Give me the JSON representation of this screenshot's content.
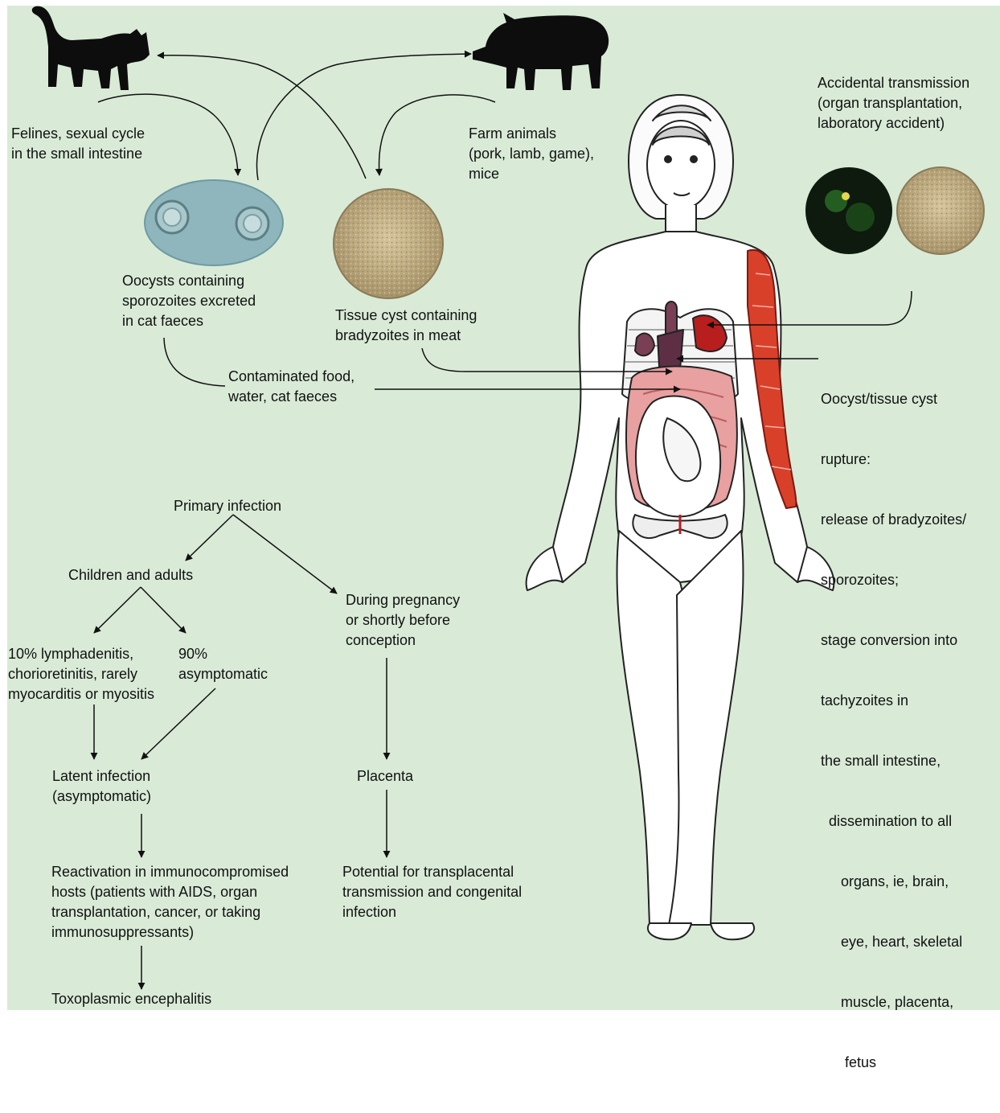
{
  "colors": {
    "background": "#d9ebd7",
    "ink": "#111111",
    "muscle": "#d9402a",
    "organ_pink": "#e9a0a0",
    "organ_dark": "#7a3f54",
    "oocyst_slide": "#8fb6bd",
    "tissue_cyst": "#c8b589",
    "fluorescent": "#0d1a0d"
  },
  "icons": [
    "cat-silhouette",
    "pig-silhouette",
    "oocyst-micrograph",
    "tissue-cyst-micrograph",
    "fluorescent-micrograph",
    "human-body-illustration"
  ],
  "labels": {
    "felines": [
      "Felines, sexual cycle",
      "in the small intestine"
    ],
    "farm": [
      "Farm animals",
      "(pork, lamb, game),",
      "mice"
    ],
    "accidental": [
      "Accidental transmission",
      "(organ transplantation,",
      "laboratory accident)"
    ],
    "oocysts": [
      "Oocysts containing",
      "sporozoites excreted",
      "in cat faeces"
    ],
    "tissue_cyst": [
      "Tissue cyst containing",
      "bradyzoites in meat"
    ],
    "contaminated": [
      "Contaminated food,",
      "water, cat faeces"
    ],
    "rupture": [
      "Oocyst/tissue cyst",
      "rupture:",
      "release of bradyzoites/",
      "sporozoites;",
      "stage conversion into",
      "tachyzoites in",
      "the small intestine,",
      "  dissemination to all",
      "     organs, ie, brain,",
      "     eye, heart, skeletal",
      "     muscle, placenta,",
      "      fetus"
    ],
    "primary": [
      "Primary infection"
    ],
    "children": [
      "Children and adults"
    ],
    "pregnancy": [
      "During pregnancy",
      "or shortly before",
      "conception"
    ],
    "lymph": [
      "10% lymphadenitis,",
      "chorioretinitis, rarely",
      "myocarditis or myositis"
    ],
    "asymptomatic": [
      "90%",
      "asymptomatic"
    ],
    "latent": [
      "Latent infection",
      "(asymptomatic)"
    ],
    "placenta": [
      "Placenta"
    ],
    "reactivation": [
      "Reactivation in immunocompromised",
      "hosts (patients with AIDS, organ",
      "transplantation, cancer, or taking",
      "immunosuppressants)"
    ],
    "transplacental": [
      "Potential for transplacental",
      "transmission and congenital",
      "infection"
    ],
    "encephalitis": [
      "Toxoplasmic encephalitis"
    ]
  }
}
